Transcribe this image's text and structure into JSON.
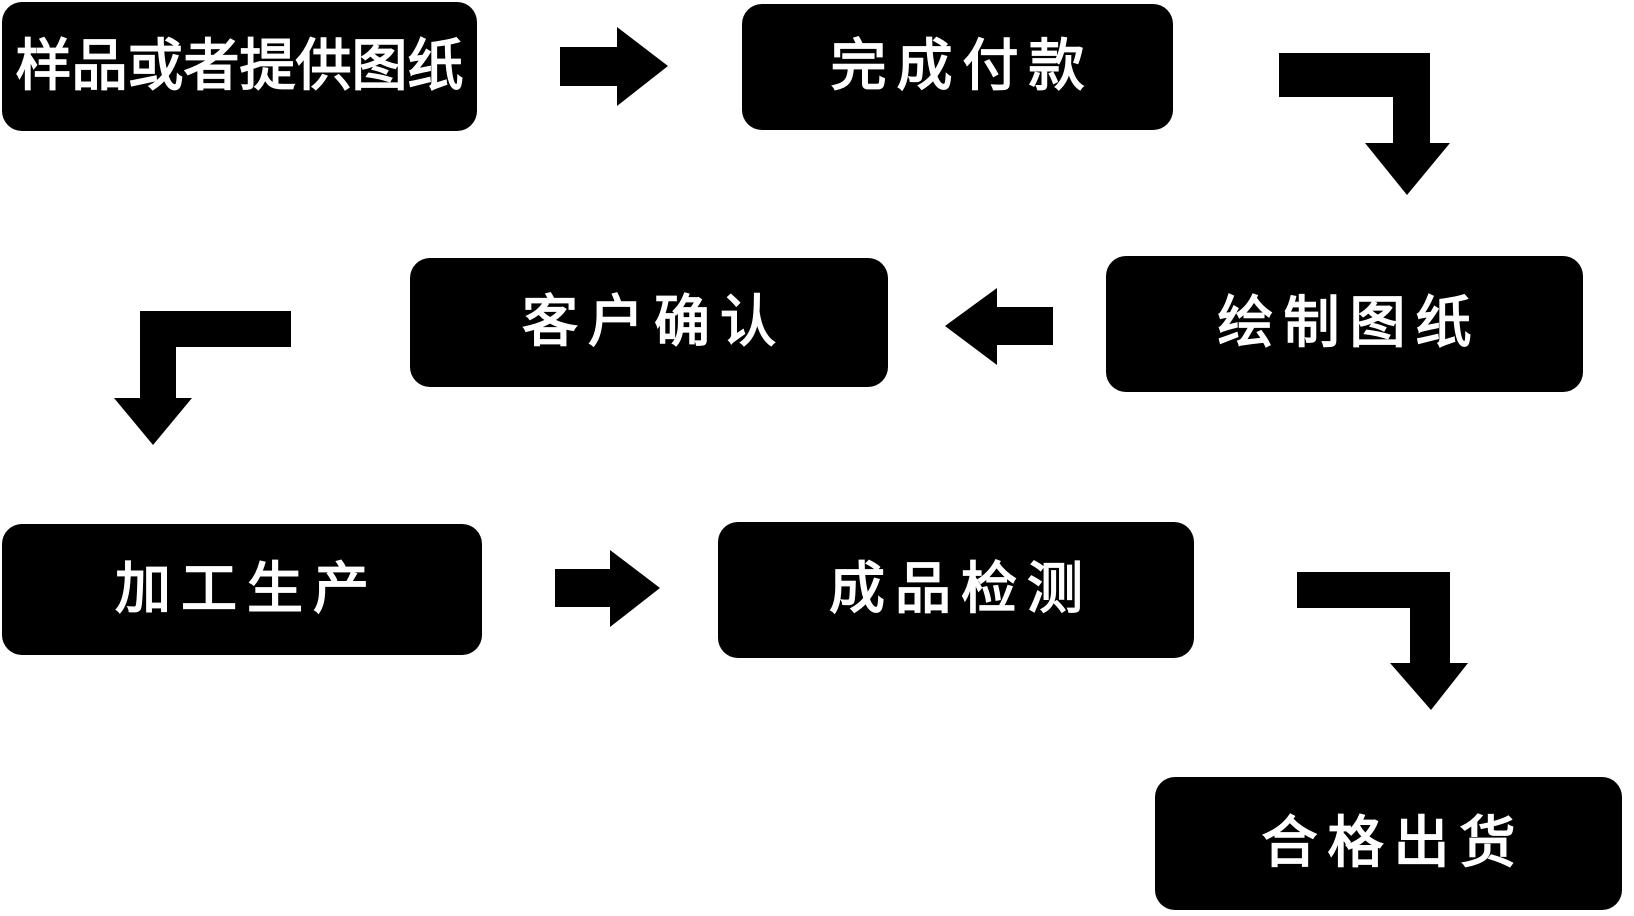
{
  "diagram": {
    "type": "flowchart",
    "nodes": [
      {
        "id": "step-1",
        "label": "样品或者提供图纸"
      },
      {
        "id": "step-2",
        "label": "完成付款"
      },
      {
        "id": "step-3",
        "label": "绘制图纸"
      },
      {
        "id": "step-4",
        "label": "客户确认"
      },
      {
        "id": "step-5",
        "label": "加工生产"
      },
      {
        "id": "step-6",
        "label": "成品检测"
      },
      {
        "id": "step-7",
        "label": "合格出货"
      }
    ],
    "edges": [
      {
        "from": "样品或者提供图纸",
        "to": "完成付款",
        "arrow": "right-block-arrow"
      },
      {
        "from": "完成付款",
        "to": "绘制图纸",
        "arrow": "elbow-right-then-down-arrow"
      },
      {
        "from": "绘制图纸",
        "to": "客户确认",
        "arrow": "left-block-arrow"
      },
      {
        "from": "客户确认",
        "to": "加工生产",
        "arrow": "elbow-left-then-down-arrow"
      },
      {
        "from": "加工生产",
        "to": "成品检测",
        "arrow": "right-block-arrow"
      },
      {
        "from": "成品检测",
        "to": "合格出货",
        "arrow": "elbow-right-then-down-arrow"
      }
    ],
    "colors": {
      "background": "#ffffff",
      "node_bg": "#000000",
      "node_text": "#ffffff",
      "arrow": "#000000"
    }
  }
}
